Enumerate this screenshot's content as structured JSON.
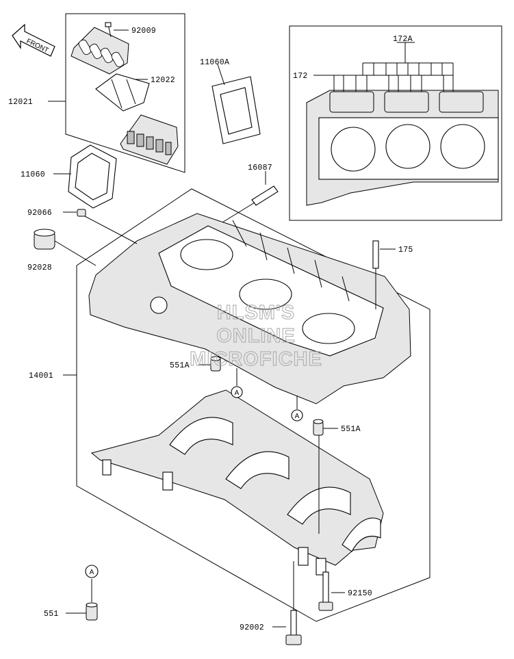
{
  "direction_label": "FRONT",
  "watermark": [
    "HLSM'S",
    "ONLINE",
    "MICROFICHE"
  ],
  "ref_marker": "A",
  "callouts": {
    "c92009": "92009",
    "c12022": "12022",
    "c12021": "12021",
    "c11060A": "11060A",
    "c11060": "11060",
    "c16087": "16087",
    "c172A": "172A",
    "c172": "172",
    "c92066": "92066",
    "c92028": "92028",
    "c175": "175",
    "c14001": "14001",
    "c551A_top": "551A",
    "c551A_right": "551A",
    "c92150": "92150",
    "c551": "551",
    "c92002": "92002"
  }
}
